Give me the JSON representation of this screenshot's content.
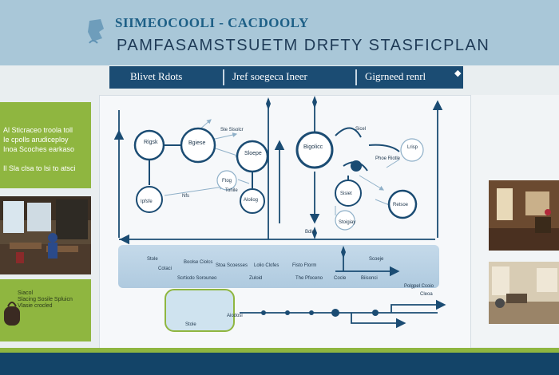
{
  "header": {
    "title": "SIIMEOCOOLI - CACDOOLY",
    "subtitle": "PAMFASAMSTSUETM DRFTY STASFICPLAN"
  },
  "menubar": {
    "items": [
      "Blivet Rdots",
      "Jref soegeca Ineer",
      "Gigrneed renrl"
    ]
  },
  "left_panel": {
    "text_lines": [
      "Al Sticraceo troola toll",
      "Ie cpolls arudiceploy",
      "Inoa Scoches earkaso",
      "Il Sla clsa to lsi to atsci"
    ],
    "caption_lines": [
      "Siacol",
      "Slacing Sosile Spluicn",
      "Vlasie crocled"
    ]
  },
  "diagram": {
    "labels": {
      "n1": "Rigsk",
      "n2": "Ipfsfe",
      "n3": "Bgiese",
      "n4": "Sloepe",
      "n5": "Bigolicc",
      "n6": "Ste Sisolcr",
      "n7": "Phoe Riotle",
      "n8": "Nfs",
      "n9": "Ftog",
      "n10": "Sisiet",
      "n11": "Sicel",
      "n12": "Retsoe",
      "n13": "Lrisp",
      "n14": "Stoigiay",
      "n15": "Tohile",
      "n16": "Aloliog",
      "n17": "Bdlo",
      "lane1": "Stole",
      "lane2": "Cotaci",
      "lane3": "Boolse Ciolcs",
      "lane4": "Stoa Scoesses",
      "lane5": "Lolio Clofes",
      "lane6": "Fisto Ftorm",
      "lane7": "Scrticdo Sorouneo",
      "lane8": "Zuloid",
      "lane9": "The Pfoceno",
      "lane10": "Cocle",
      "lane11": "Biisonci",
      "lane12": "Scoeje",
      "lane13": "Polgpel Ccoio",
      "lane14": "Cleoa",
      "lane15": "Aiodosi"
    }
  },
  "colors": {
    "accent_dark": "#1b4c73",
    "accent_green": "#8fb640",
    "header_bg": "#a9c7d8",
    "footer_navy": "#134468"
  }
}
